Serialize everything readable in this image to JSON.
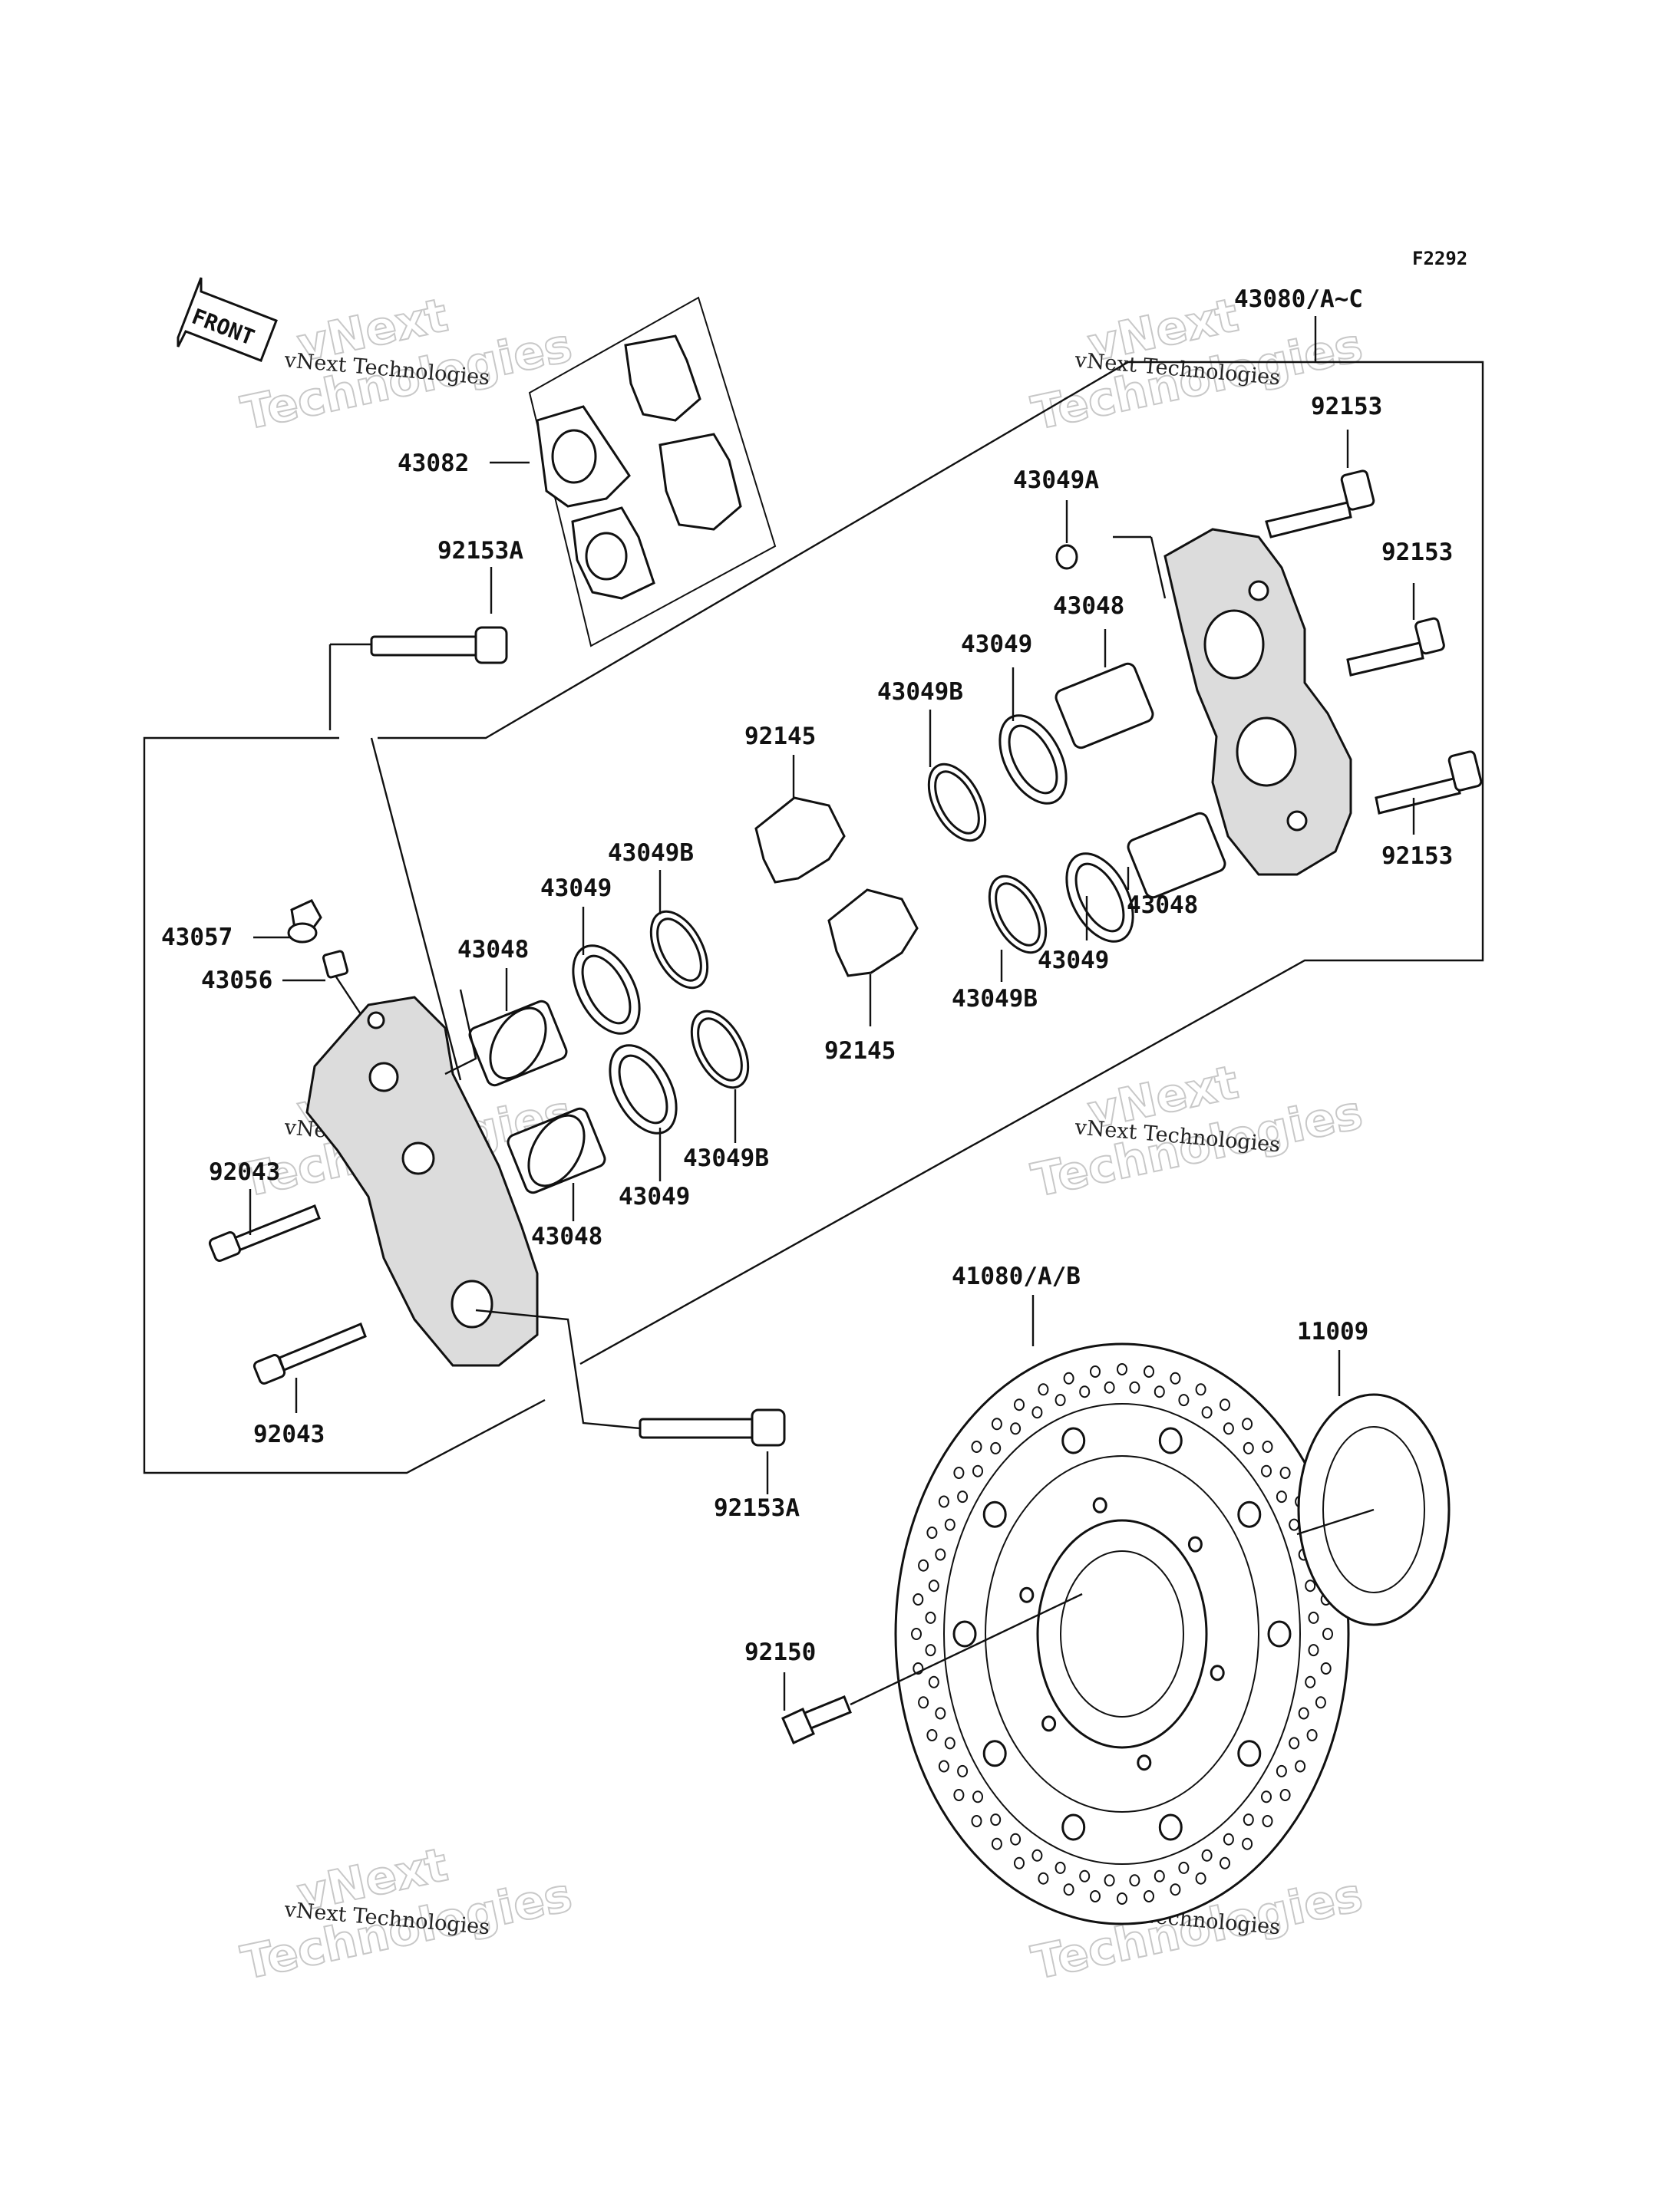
{
  "diagram_code": "F2292",
  "front_arrow_label": "FRONT",
  "watermark": {
    "line1": "vNext Technologies",
    "line2": "Technologies",
    "line3": "vNext"
  },
  "labels": {
    "l43080": "43080/A~C",
    "l92153_a": "92153",
    "l92153_b": "92153",
    "l92153_c": "92153",
    "l43049A": "43049A",
    "l43048_r1": "43048",
    "l43048_r2": "43048",
    "l43049_r1": "43049",
    "l43049_r2": "43049",
    "l43049B_r1": "43049B",
    "l43049B_r2": "43049B",
    "l92145_a": "92145",
    "l92145_b": "92145",
    "l43082": "43082",
    "l92153A_top": "92153A",
    "l92153A_bottom": "92153A",
    "l43049B_l1": "43049B",
    "l43049_l1": "43049",
    "l43048_l1": "43048",
    "l43049_l2": "43049",
    "l43049B_l2": "43049B",
    "l43048_l2": "43048",
    "l43057": "43057",
    "l43056": "43056",
    "l92043_a": "92043",
    "l92043_b": "92043",
    "l41080": "41080/A/B",
    "l11009": "11009",
    "l92150": "92150"
  }
}
